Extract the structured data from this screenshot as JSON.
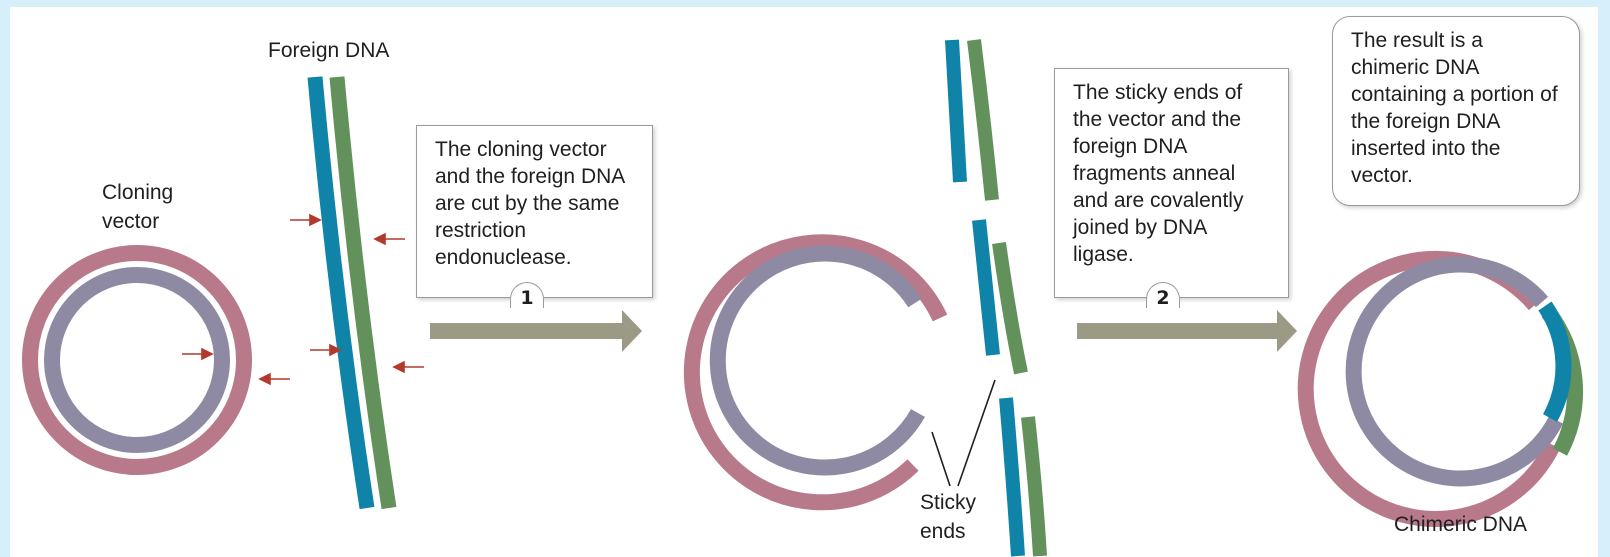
{
  "labels": {
    "cloning_vector": "Cloning vector",
    "foreign_dna": "Foreign DNA",
    "sticky_ends": "Sticky ends",
    "chimeric_dna": "Chimeric DNA"
  },
  "steps": [
    {
      "number": "1",
      "text": "The cloning vector and the foreign DNA are cut by the same restriction endonuclease."
    },
    {
      "number": "2",
      "text": "The sticky ends of the vector and the foreign DNA fragments anneal and are covalently joined by DNA ligase."
    }
  ],
  "result": {
    "text": "The result is a chimeric DNA containing a portion of the foreign DNA inserted into the vector."
  },
  "colors": {
    "vector_outer": "#b87a8a",
    "vector_inner": "#8e8aa4",
    "foreign_strand_a": "#0f84a8",
    "foreign_strand_b": "#63915c",
    "cut_arrow": "#b23a2c",
    "process_arrow": "#9b9a85",
    "background": "#d6f0fb"
  }
}
